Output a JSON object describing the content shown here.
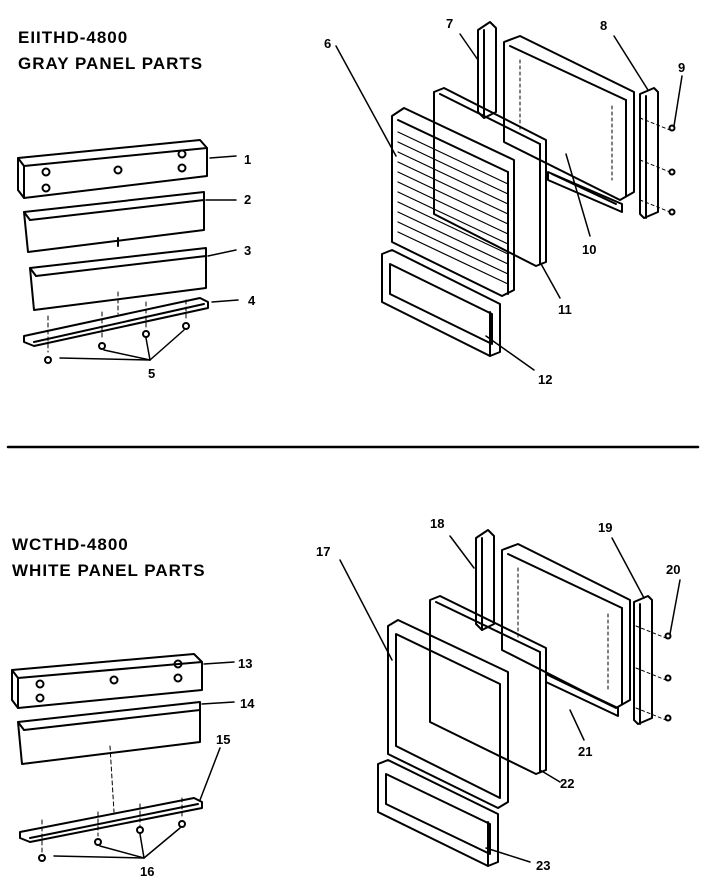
{
  "top": {
    "model": "EIITHD-4800",
    "section_title": "GRAY PANEL PARTS",
    "callouts": [
      "1",
      "2",
      "3",
      "4",
      "5",
      "6",
      "7",
      "8",
      "9",
      "10",
      "11",
      "12"
    ]
  },
  "bottom": {
    "model": "WCTHD-4800",
    "section_title": "WHITE PANEL PARTS",
    "callouts": [
      "13",
      "14",
      "15",
      "16",
      "17",
      "18",
      "19",
      "20",
      "21",
      "22",
      "23"
    ]
  },
  "colors": {
    "ink": "#000000",
    "paper": "#ffffff"
  }
}
